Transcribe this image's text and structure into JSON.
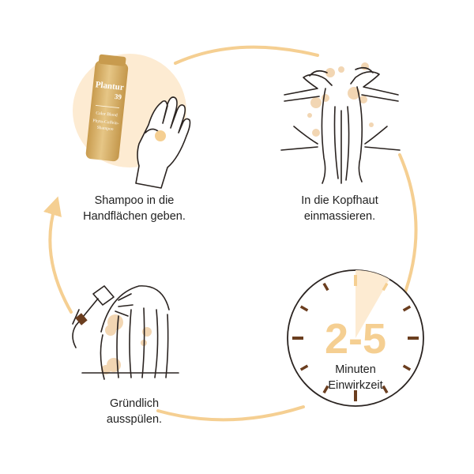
{
  "steps": [
    {
      "lines": [
        "Shampoo in die",
        "Handflächen geben."
      ]
    },
    {
      "lines": [
        "In die Kopfhaut",
        "einmassieren."
      ]
    },
    {
      "lines": [
        "Gründlich",
        "ausspülen."
      ]
    }
  ],
  "timer": {
    "value": "2-5",
    "unit_lines": [
      "Minuten",
      "Einwirkzeit"
    ]
  },
  "bottle": {
    "brand": "Plantur",
    "number": "39",
    "line1": "Color Blond",
    "line2": "Phyto-Coffein-",
    "line3": "Shampoo"
  },
  "colors": {
    "accent": "#f5cf92",
    "circle_fill": "#fdebd2",
    "ink": "#2a2320",
    "foam": "#f2d6b3",
    "tick_brown": "#6b3e1f",
    "bottle_gold": "#d8b36a"
  }
}
